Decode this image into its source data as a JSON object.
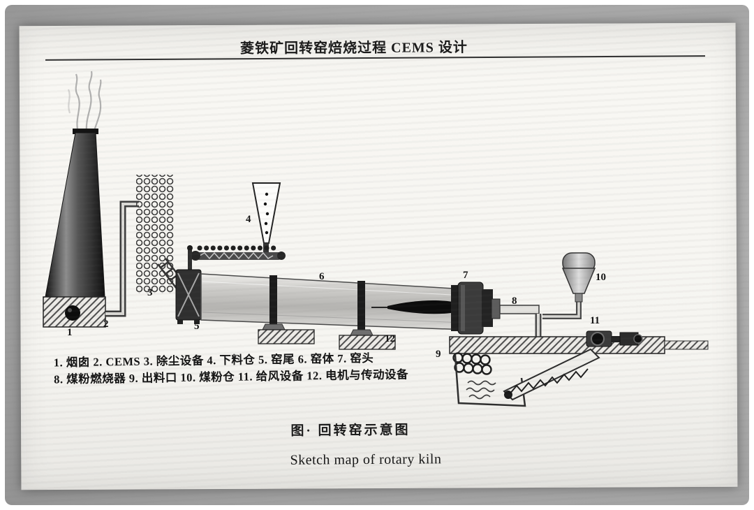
{
  "page": {
    "title": "菱铁矿回转窑焙烧过程 CEMS 设计",
    "legend": {
      "line1": "1. 烟囱 2. CEMS 3. 除尘设备 4. 下料仓 5. 窑尾 6. 窑体 7. 窑头",
      "line2": "8. 煤粉燃烧器 9. 出料口 10. 煤粉仓 11. 给风设备 12. 电机与传动设备"
    },
    "caption_zh": "图·  回转窑示意图",
    "caption_en": "Sketch map of rotary kiln"
  },
  "diagram": {
    "markers": [
      "1",
      "2",
      "3",
      "4",
      "5",
      "6",
      "7",
      "8",
      "9",
      "10",
      "11",
      "12"
    ],
    "parts": [
      {
        "num": "1",
        "name": "烟囱"
      },
      {
        "num": "2",
        "name": "CEMS"
      },
      {
        "num": "3",
        "name": "除尘设备"
      },
      {
        "num": "4",
        "name": "下料仓"
      },
      {
        "num": "5",
        "name": "窑尾"
      },
      {
        "num": "6",
        "name": "窑体"
      },
      {
        "num": "7",
        "name": "窑头"
      },
      {
        "num": "8",
        "name": "煤粉燃烧器"
      },
      {
        "num": "9",
        "name": "出料口"
      },
      {
        "num": "10",
        "name": "煤粉仓"
      },
      {
        "num": "11",
        "name": "给风设备"
      },
      {
        "num": "12",
        "name": "电机与传动设备"
      }
    ],
    "colors": {
      "ink": "#1a1a1a",
      "metal_dark": "#2f2f2f",
      "paper": "#f6f5f1",
      "photo_gray": "#9c9c9c"
    }
  }
}
